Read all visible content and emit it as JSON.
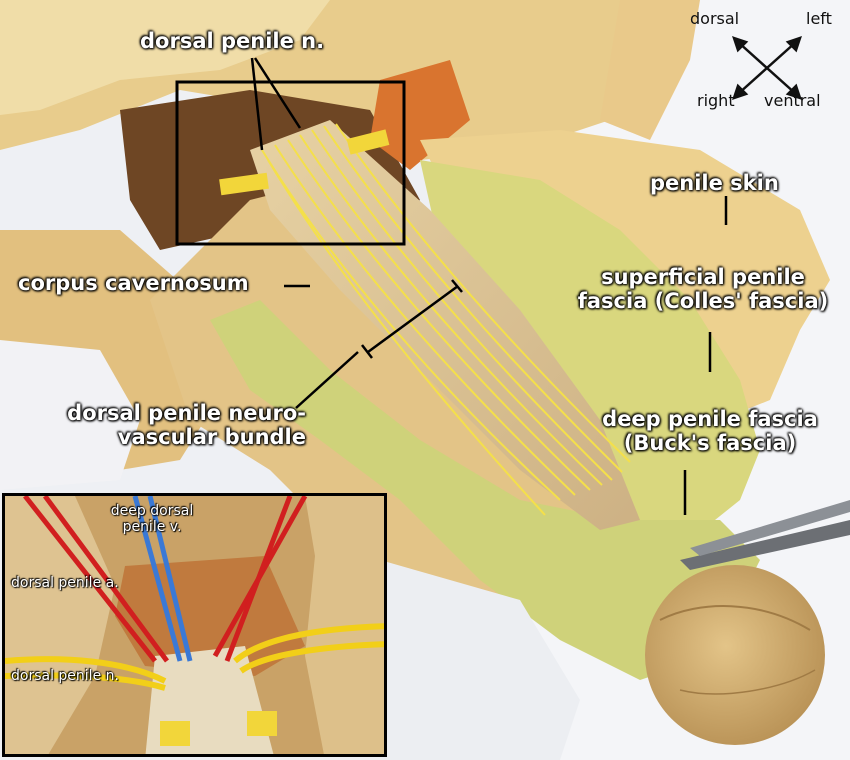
{
  "labels": {
    "dorsal_penile_n": "dorsal penile n.",
    "corpus_cavernosum": "corpus cavernosum",
    "penile_skin": "penile skin",
    "superficial_fascia_line1": "superficial penile",
    "superficial_fascia_line2": "fascia (Colles' fascia)",
    "deep_fascia_line1": "deep penile fascia",
    "deep_fascia_line2": "(Buck's fascia)",
    "neurovascular_line1": "dorsal penile neuro-",
    "neurovascular_line2": "vascular bundle"
  },
  "orientation": {
    "dorsal": "dorsal",
    "left": "left",
    "right": "right",
    "ventral": "ventral"
  },
  "inset": {
    "deep_dorsal_v_line1": "deep dorsal",
    "deep_dorsal_v_line2": "penile v.",
    "dorsal_penile_a": "dorsal penile a.",
    "dorsal_penile_n": "dorsal penile n."
  },
  "colors": {
    "tissue": "#e4c07e",
    "skin": "#edd18f",
    "fascia": "#cfd27a",
    "nerve": "#f4e04a",
    "artery": "#d11f1f",
    "vein": "#3a79d6",
    "drape": "#eef0f4"
  }
}
